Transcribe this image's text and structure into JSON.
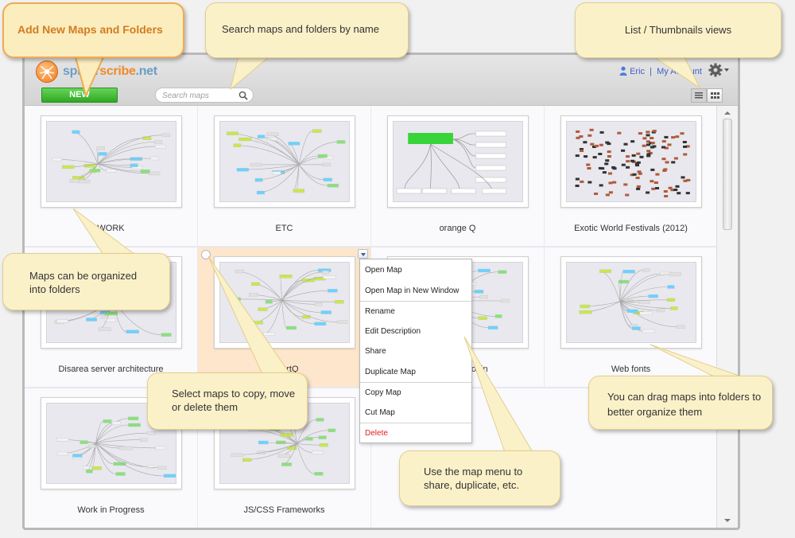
{
  "header": {
    "logo_text_a": "spider",
    "logo_text_b": "scribe",
    "logo_text_c": ".net",
    "new_label": "NEW",
    "search_placeholder": "Search maps",
    "account_user": "Eric",
    "account_link": "My Account"
  },
  "maps": [
    {
      "label": "WORK",
      "folder": true
    },
    {
      "label": "ETC",
      "folder": true
    },
    {
      "label": "orange Q",
      "folder": false
    },
    {
      "label": "Exotic World Festivals (2012)",
      "folder": false
    },
    {
      "label": "Disarea server architecture",
      "folder": false
    },
    {
      "label": "smartQ",
      "folder": false,
      "selected": true
    },
    {
      "label": "Office 365 login",
      "folder": false
    },
    {
      "label": "Web fonts",
      "folder": false
    },
    {
      "label": "Work in Progress",
      "folder": false
    },
    {
      "label": "JS/CSS Frameworks",
      "folder": false
    }
  ],
  "context_menu": {
    "items": [
      "Open Map",
      "Open Map in New Window",
      "Rename",
      "Edit Description",
      "Share",
      "Duplicate Map",
      "Copy Map",
      "Cut Map",
      "Delete"
    ]
  },
  "callouts": {
    "add_new": "Add New Maps and Folders",
    "search": "Search maps and folders by name",
    "views": "List / Thumbnails views",
    "folders": "Maps can be organized into folders",
    "select": "Select maps to copy, move or delete them",
    "menu": "Use the map menu to share, duplicate, etc.",
    "drag": "You can drag maps into folders to better organize them"
  },
  "colors": {
    "new_button": "#3cb52e",
    "selected_cell": "#fde6cb",
    "callout_fill": "#fbf1c9",
    "delete_text": "#e02020",
    "link": "#3f62c6"
  }
}
